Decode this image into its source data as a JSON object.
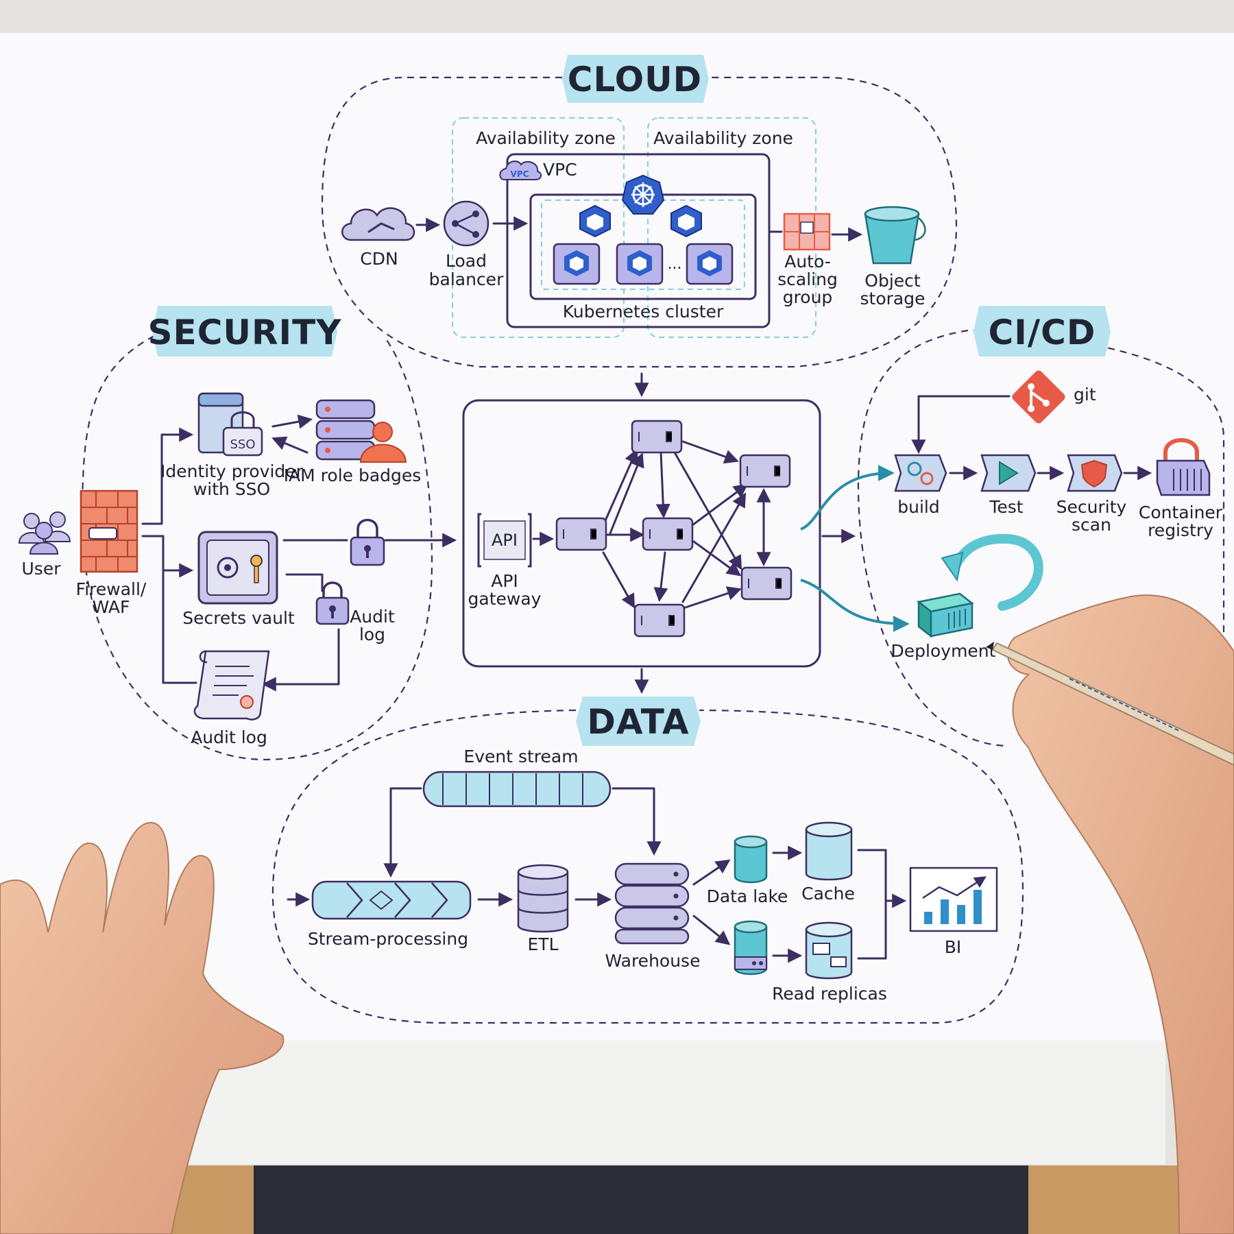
{
  "colors": {
    "paper": "#fafafd",
    "ink": "#3c2e63",
    "highlight": "#b6e3ef",
    "lavender": "#c9c8e8",
    "teal": "#5cc6d3",
    "blue": "#2f5fcc",
    "red": "#e85a48"
  },
  "sections": {
    "cloud": "CLOUD",
    "security": "SECURITY",
    "cicd": "CI/CD",
    "data": "DATA"
  },
  "cloud": {
    "az_1": "Availability zone",
    "az_2": "Availability zone",
    "vpc_badge": "VPC",
    "vpc": "VPC",
    "cdn": "CDN",
    "load_balancer": [
      "Load",
      "balancer"
    ],
    "kubernetes": "Kubernetes cluster",
    "ellipsis": "...",
    "autoscaling": [
      "Auto-",
      "scaling",
      "group"
    ],
    "object_storage": [
      "Object",
      "storage"
    ]
  },
  "security": {
    "user": "User",
    "firewall": [
      "Firewall/",
      "WAF"
    ],
    "identity": [
      "Identity provider",
      "with SSO"
    ],
    "sso_tag": "SSO",
    "iam": "IAM role badges",
    "vault": "Secrets vault",
    "audit_lock": [
      "Audit",
      "log"
    ],
    "audit_scroll": "Audit log"
  },
  "core": {
    "api_icon": "API",
    "api_gateway": [
      "API",
      "gateway"
    ]
  },
  "cicd": {
    "git": "git",
    "build": "build",
    "test": "Test",
    "security_scan": [
      "Security",
      "scan"
    ],
    "container_registry": [
      "Container",
      "registry"
    ],
    "deployment": "Deployment"
  },
  "data": {
    "event_stream": "Event stream",
    "stream_processing": "Stream-processing",
    "etl": "ETL",
    "warehouse": "Warehouse",
    "data_lake": "Data lake",
    "cache": "Cache",
    "read_replicas": "Read replicas",
    "bi": "BI"
  }
}
